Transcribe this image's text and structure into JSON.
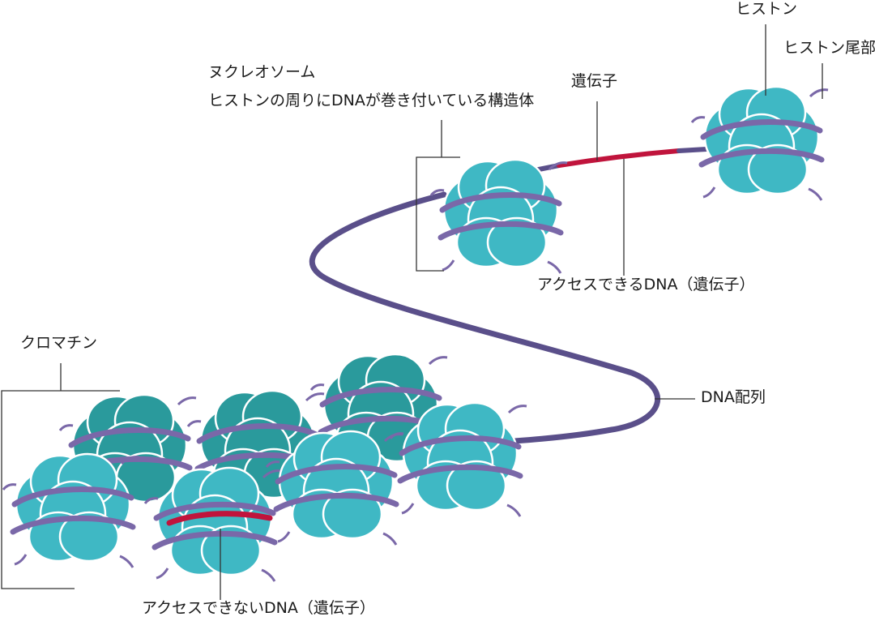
{
  "labels": {
    "histone": "ヒストン",
    "histone_tail": "ヒストン尾部",
    "gene": "遺伝子",
    "nucleosome_title": "ヌクレオソーム",
    "nucleosome_desc": "ヒストンの周りにDNAが巻き付いている構造体",
    "accessible_dna": "アクセスできるDNA（遺伝子）",
    "dna_sequence": "DNA配列",
    "chromatin": "クロマチン",
    "inaccessible_dna": "アクセスできないDNA（遺伝子）"
  },
  "colors": {
    "histone_light": "#3fb8c4",
    "histone_dark": "#2a9a9c",
    "dna_strand": "#5a4f8a",
    "dna_wrap": "#7a68a8",
    "gene": "#c0143c",
    "leader_line": "#333333"
  }
}
